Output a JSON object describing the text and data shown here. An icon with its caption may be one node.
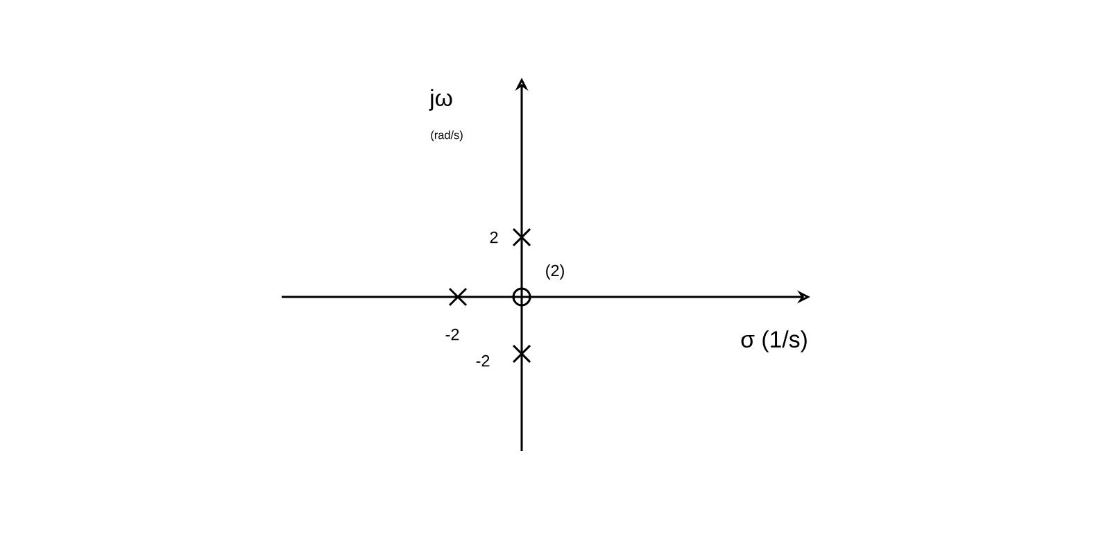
{
  "diagram": {
    "labels": [
      "jω",
      "(rad/s)",
      "2",
      "(2)",
      "-2",
      "-2",
      "σ (1/s)"
    ]
  }
}
